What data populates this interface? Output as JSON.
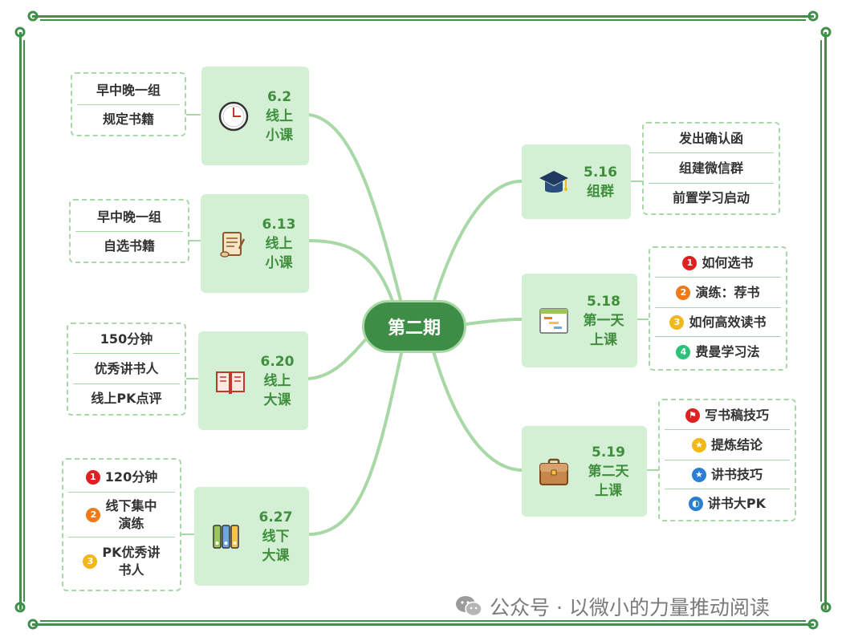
{
  "center": "第二期",
  "left_topics": [
    {
      "label": "6.2\n线上\n小课",
      "icon": "clock-icon",
      "items": [
        {
          "text": "早中晚一组"
        },
        {
          "text": "规定书籍"
        }
      ]
    },
    {
      "label": "6.13\n线上\n小课",
      "icon": "scroll-icon",
      "items": [
        {
          "text": "早中晚一组"
        },
        {
          "text": "自选书籍"
        }
      ]
    },
    {
      "label": "6.20\n线上\n大课",
      "icon": "open-book-icon",
      "items": [
        {
          "text": "150分钟"
        },
        {
          "text": "优秀讲书人"
        },
        {
          "text": "线上PK点评"
        }
      ]
    },
    {
      "label": "6.27\n线下\n大课",
      "icon": "binders-icon",
      "items": [
        {
          "text": "120分钟",
          "badge": "1",
          "badge_color": "#e02020"
        },
        {
          "text": "线下集中\n演练",
          "badge": "2",
          "badge_color": "#f07a1a"
        },
        {
          "text": "PK优秀讲\n书人",
          "badge": "3",
          "badge_color": "#f2b81a"
        }
      ]
    }
  ],
  "right_topics": [
    {
      "label": "5.16\n组群",
      "icon": "graduation-cap-icon",
      "items": [
        {
          "text": "发出确认函"
        },
        {
          "text": "组建微信群"
        },
        {
          "text": "前置学习启动"
        }
      ]
    },
    {
      "label": "5.18\n第一天\n上课",
      "icon": "gantt-chart-icon",
      "items": [
        {
          "text": "如何选书",
          "badge": "1",
          "badge_color": "#e02020"
        },
        {
          "text": "演练：荐书",
          "badge": "2",
          "badge_color": "#f07a1a"
        },
        {
          "text": "如何高效读书",
          "badge": "3",
          "badge_color": "#f2b81a"
        },
        {
          "text": "费曼学习法",
          "badge": "4",
          "badge_color": "#2cc27a"
        }
      ]
    },
    {
      "label": "5.19\n第二天\n上课",
      "icon": "briefcase-icon",
      "items": [
        {
          "text": "写书稿技巧",
          "badge": "⚑",
          "badge_color": "#e02020"
        },
        {
          "text": "提炼结论",
          "badge": "★",
          "badge_color": "#f2b81a"
        },
        {
          "text": "讲书技巧",
          "badge": "★",
          "badge_color": "#2a7fd4"
        },
        {
          "text": "讲书大PK",
          "badge": "◐",
          "badge_color": "#2a7fd4"
        }
      ]
    }
  ],
  "watermark": "公众号 · 以微小的力量推动阅读",
  "colors": {
    "frame": "#3f8f4a",
    "center": "#3e8d47",
    "topic_bg": "#d3efd4",
    "topic_text": "#3f8f3d",
    "line": "#a8d8a5",
    "dash": "#a8d8a8"
  }
}
